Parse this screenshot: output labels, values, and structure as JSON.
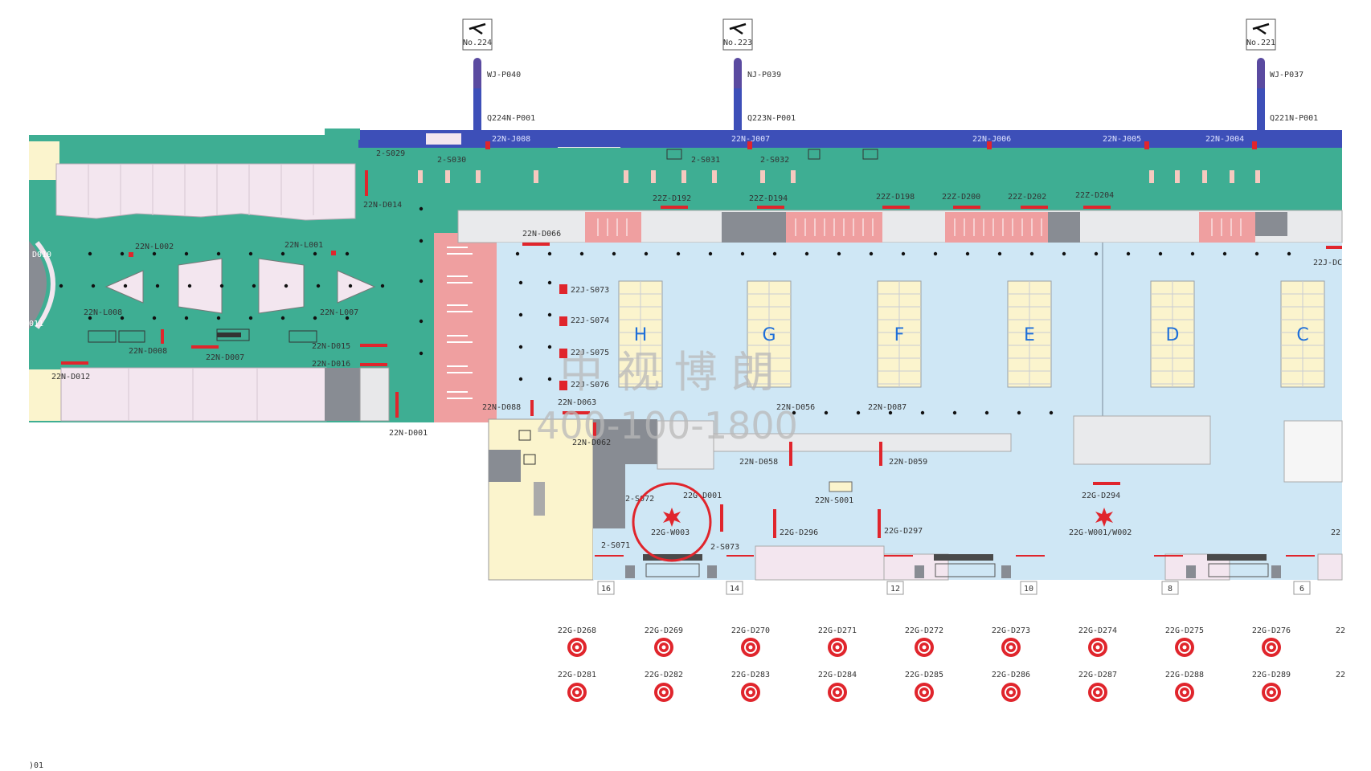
{
  "gates": [
    {
      "no": "No.224",
      "boarding": "WJ-P040",
      "bridge": "Q224N-P001",
      "j": "22N-J008"
    },
    {
      "no": "No.223",
      "boarding": "NJ-P039",
      "bridge": "Q223N-P001",
      "j": "22N-J007"
    },
    {
      "no": "No.221",
      "boarding": "WJ-P037",
      "bridge": "Q221N-P001",
      "j": "22N-J004"
    }
  ],
  "corridor_labels": [
    "22N-J006",
    "22N-J005"
  ],
  "s_labels_top": [
    "2-S029",
    "2-S030",
    "2-S031",
    "2-S032"
  ],
  "upper_d_labels": [
    "22Z-D192",
    "22Z-D194",
    "22Z-D198",
    "22Z-D200",
    "22Z-D202",
    "22Z-D204"
  ],
  "west_labels": [
    "22N-D014",
    "22N-L002",
    "22N-L001",
    "22N-L008",
    "22N-L007",
    "22N-D008",
    "22N-D007",
    "22N-D015",
    "22N-D016",
    "22N-D012",
    "22N-D001",
    "22N-D066",
    "D010",
    "011"
  ],
  "s_list": [
    "22J-S073",
    "22J-S074",
    "22J-S075",
    "22J-S076"
  ],
  "zones": [
    "H",
    "G",
    "F",
    "E",
    "D",
    "C"
  ],
  "mid_labels": [
    "22N-D088",
    "22N-D063",
    "22N-D062",
    "22N-D056",
    "22N-D087",
    "22N-D058",
    "22N-D059",
    "22N-S001",
    "22J-DC"
  ],
  "south_labels": [
    "2-S072",
    "22G-D001",
    "22G-W003",
    "2-S071",
    "2-S073",
    "22G-D296",
    "22G-D297",
    "22G-D294",
    "22G-W001/W002",
    "22"
  ],
  "gate_numbers": [
    "16",
    "14",
    "12",
    "10",
    "8",
    "6"
  ],
  "bottom_row1": [
    "22G-D268",
    "22G-D269",
    "22G-D270",
    "22G-D271",
    "22G-D272",
    "22G-D273",
    "22G-D274",
    "22G-D275",
    "22G-D276",
    "22"
  ],
  "bottom_row2": [
    "22G-D281",
    "22G-D282",
    "22G-D283",
    "22G-D284",
    "22G-D285",
    "22G-D286",
    "22G-D287",
    "22G-D288",
    "22G-D289",
    "22"
  ],
  "footer_text": ")01",
  "watermark": {
    "line1": "中 视 博 朗",
    "line2": "400-100-1800"
  },
  "colors": {
    "green": "#3eae93",
    "navy": "#3d4fb8",
    "blue_floor": "#cfe7f5",
    "pink": "#ef9fa0",
    "lilac": "#f3e6ef",
    "gray": "#888c93",
    "cream": "#fbf4cd",
    "red": "#e0252c"
  }
}
